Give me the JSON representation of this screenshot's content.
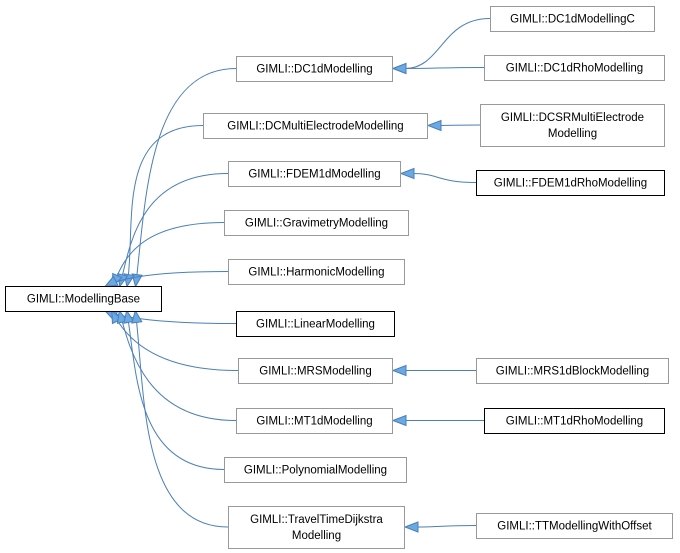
{
  "nodes": [
    {
      "id": "base",
      "label": [
        "GIMLI::ModellingBase"
      ]
    },
    {
      "id": "dc1d",
      "label": [
        "GIMLI::DC1dModelling"
      ]
    },
    {
      "id": "dcmulti",
      "label": [
        "GIMLI::DCMultiElectrodeModelling"
      ]
    },
    {
      "id": "fdem1d",
      "label": [
        "GIMLI::FDEM1dModelling"
      ]
    },
    {
      "id": "grav",
      "label": [
        "GIMLI::GravimetryModelling"
      ]
    },
    {
      "id": "harm",
      "label": [
        "GIMLI::HarmonicModelling"
      ]
    },
    {
      "id": "lin",
      "label": [
        "GIMLI::LinearModelling"
      ]
    },
    {
      "id": "mrs",
      "label": [
        "GIMLI::MRSModelling"
      ]
    },
    {
      "id": "mt1d",
      "label": [
        "GIMLI::MT1dModelling"
      ]
    },
    {
      "id": "poly",
      "label": [
        "GIMLI::PolynomialModelling"
      ]
    },
    {
      "id": "ttd",
      "label": [
        "GIMLI::TravelTimeDijkstra",
        "Modelling"
      ]
    },
    {
      "id": "dc1dc",
      "label": [
        "GIMLI::DC1dModellingC"
      ]
    },
    {
      "id": "dc1drho",
      "label": [
        "GIMLI::DC1dRhoModelling"
      ]
    },
    {
      "id": "dcsr",
      "label": [
        "GIMLI::DCSRMultiElectrode",
        "Modelling"
      ]
    },
    {
      "id": "fdemrho",
      "label": [
        "GIMLI::FDEM1dRhoModelling"
      ]
    },
    {
      "id": "mrsblk",
      "label": [
        "GIMLI::MRS1dBlockModelling"
      ]
    },
    {
      "id": "mtrho",
      "label": [
        "GIMLI::MT1dRhoModelling"
      ]
    },
    {
      "id": "ttoff",
      "label": [
        "GIMLI::TTModellingWithOffset"
      ]
    }
  ],
  "edges": [
    {
      "from": "dc1d",
      "to": "base"
    },
    {
      "from": "dcmulti",
      "to": "base"
    },
    {
      "from": "fdem1d",
      "to": "base"
    },
    {
      "from": "grav",
      "to": "base"
    },
    {
      "from": "harm",
      "to": "base"
    },
    {
      "from": "lin",
      "to": "base"
    },
    {
      "from": "mrs",
      "to": "base"
    },
    {
      "from": "mt1d",
      "to": "base"
    },
    {
      "from": "poly",
      "to": "base"
    },
    {
      "from": "ttd",
      "to": "base"
    },
    {
      "from": "dc1dc",
      "to": "dc1d"
    },
    {
      "from": "dc1drho",
      "to": "dc1d"
    },
    {
      "from": "dcsr",
      "to": "dcmulti"
    },
    {
      "from": "fdemrho",
      "to": "fdem1d"
    },
    {
      "from": "mrsblk",
      "to": "mrs"
    },
    {
      "from": "mtrho",
      "to": "mt1d"
    },
    {
      "from": "ttoff",
      "to": "ttd"
    }
  ],
  "colors": {
    "edge": "#4a7fb8",
    "arrow_fill": "#6aa9e4",
    "node_border": "#999999",
    "node_border_strong": "#000000"
  }
}
